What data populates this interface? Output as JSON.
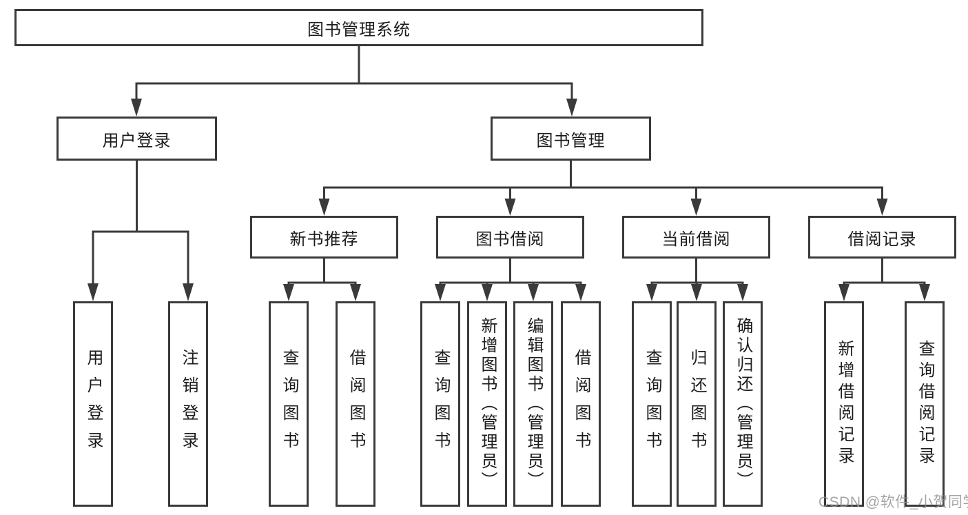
{
  "diagram": {
    "root": {
      "label": "图书管理系统"
    },
    "branches": [
      {
        "label": "用户登录",
        "leaves": [
          {
            "label": "用户登录"
          },
          {
            "label": "注销登录"
          }
        ]
      },
      {
        "label": "图书管理",
        "sections": [
          {
            "label": "新书推荐",
            "leaves": [
              {
                "label": "查询图书"
              },
              {
                "label": "借阅图书"
              }
            ]
          },
          {
            "label": "图书借阅",
            "leaves": [
              {
                "label": "查询图书"
              },
              {
                "label": "新增图书（管理员）"
              },
              {
                "label": "编辑图书（管理员）"
              },
              {
                "label": "借阅图书"
              }
            ]
          },
          {
            "label": "当前借阅",
            "leaves": [
              {
                "label": "查询图书"
              },
              {
                "label": "归还图书"
              },
              {
                "label": "确认归还（管理员）"
              }
            ]
          },
          {
            "label": "借阅记录",
            "leaves": [
              {
                "label": "新增借阅记录"
              },
              {
                "label": "查询借阅记录"
              }
            ]
          }
        ]
      }
    ]
  },
  "watermark": "CSDN @软件_小贺同学",
  "colors": {
    "line": "#3a3a3a",
    "text": "#1c1c1c",
    "watermark": "#8f8f8f",
    "background": "#ffffff"
  }
}
